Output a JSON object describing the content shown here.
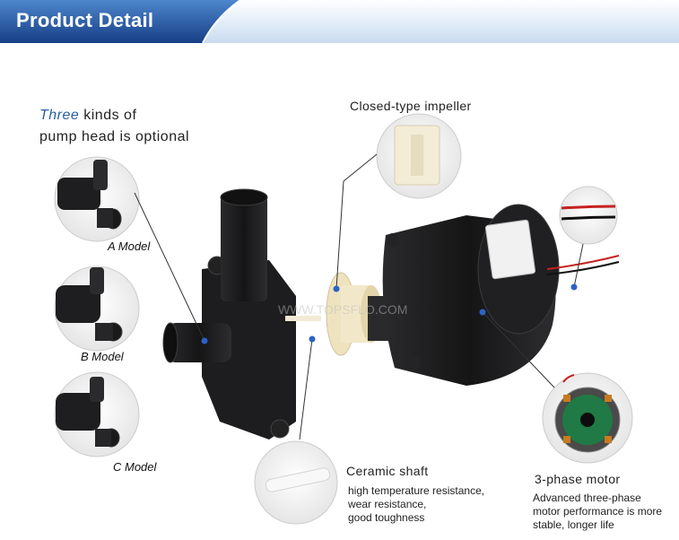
{
  "header": {
    "title": "Product Detail"
  },
  "intro": {
    "highlight": "Three",
    "line1_rest": " kinds of",
    "line2": "pump head is optional"
  },
  "models": {
    "a": "A Model",
    "b": "B Model",
    "c": "C Model"
  },
  "callouts": {
    "impeller": "Closed-type  impeller",
    "ceramic_title": "Ceramic shaft",
    "ceramic_desc": [
      "high temperature resistance,",
      "wear resistance,",
      "good toughness"
    ],
    "motor_title": "3-phase motor",
    "motor_desc": [
      "Advanced three-phase",
      "motor performance is more",
      "stable, longer life"
    ]
  },
  "watermark": "WWW.TOPSFLO.COM",
  "colors": {
    "banner_dark": "#1f5aa6",
    "banner_light": "#cfe0f3",
    "accent_text": "#2a5f9e",
    "pump_body": "#1c1c1e",
    "impeller": "#f2e7c8",
    "callout_dot": "#2b63c6"
  }
}
